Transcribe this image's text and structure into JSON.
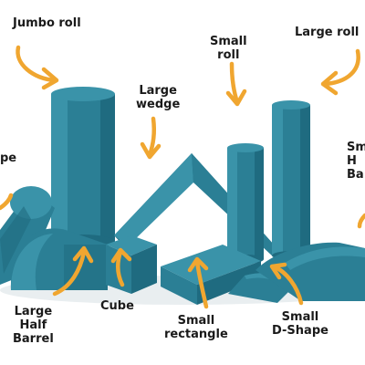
{
  "labels": {
    "jumbo_roll": "Jumbo roll",
    "small_roll": [
      "Small",
      "roll"
    ],
    "large_roll": "Large roll",
    "large_wedge": [
      "Large",
      "wedge"
    ],
    "left_cut": "pe",
    "right_cut": [
      "Sm",
      "H",
      "Ba"
    ],
    "large_half_barrel": [
      "Large",
      "Half",
      "Barrel"
    ],
    "cube": "Cube",
    "small_rectangle": [
      "Small",
      "rectangle"
    ],
    "small_d_shape": [
      "Small",
      "D-Shape"
    ]
  },
  "colors": {
    "foam_main": "#2b7f95",
    "foam_light": "#3a93a9",
    "foam_dark": "#1f6b80",
    "arrow": "#f0a630",
    "text": "#1a1a1a",
    "background": "#ffffff"
  }
}
